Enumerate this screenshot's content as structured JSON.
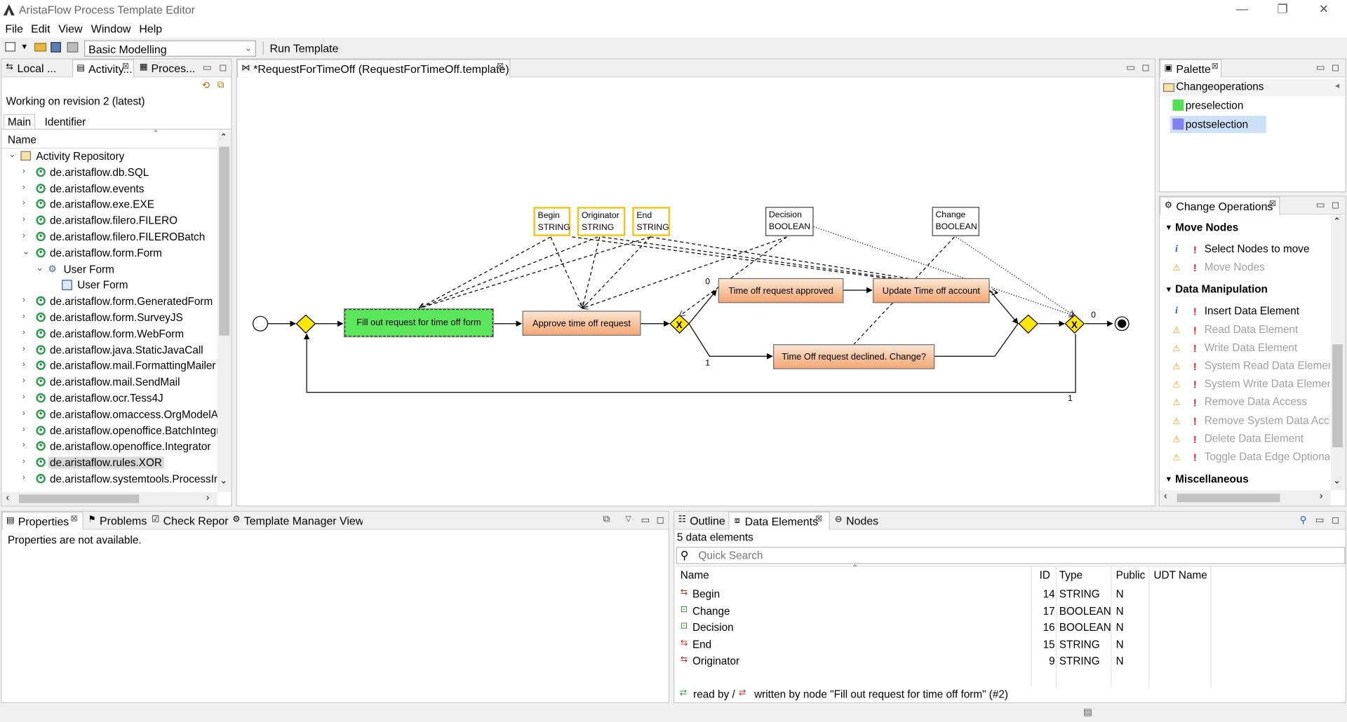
{
  "window": {
    "title": "AristaFlow Process Template Editor"
  },
  "menu": [
    "File",
    "Edit",
    "View",
    "Window",
    "Help"
  ],
  "toolbar": {
    "perspective": "Basic Modelling",
    "run": "Run Template"
  },
  "left_panel": {
    "tabs": [
      "Local ...",
      "Activity...",
      "Proces..."
    ],
    "revision": "Working on revision 2 (latest)",
    "subtabs": [
      "Main",
      "Identifier"
    ],
    "column": "Name",
    "tree": [
      {
        "label": "Activity Repository",
        "level": 0,
        "open": true
      },
      {
        "label": "de.aristaflow.db.SQL",
        "level": 1
      },
      {
        "label": "de.aristaflow.events",
        "level": 1
      },
      {
        "label": "de.aristaflow.exe.EXE",
        "level": 1
      },
      {
        "label": "de.aristaflow.filero.FILERO",
        "level": 1
      },
      {
        "label": "de.aristaflow.filero.FILEROBatch",
        "level": 1
      },
      {
        "label": "de.aristaflow.form.Form",
        "level": 1,
        "open": true
      },
      {
        "label": "User Form",
        "level": 2,
        "open": true
      },
      {
        "label": "User Form",
        "level": 3
      },
      {
        "label": "de.aristaflow.form.GeneratedForm",
        "level": 1
      },
      {
        "label": "de.aristaflow.form.SurveyJS",
        "level": 1
      },
      {
        "label": "de.aristaflow.form.WebForm",
        "level": 1
      },
      {
        "label": "de.aristaflow.java.StaticJavaCall",
        "level": 1
      },
      {
        "label": "de.aristaflow.mail.FormattingMailer",
        "level": 1
      },
      {
        "label": "de.aristaflow.mail.SendMail",
        "level": 1
      },
      {
        "label": "de.aristaflow.ocr.Tess4J",
        "level": 1
      },
      {
        "label": "de.aristaflow.omaccess.OrgModelAc",
        "level": 1
      },
      {
        "label": "de.aristaflow.openoffice.BatchIntegr",
        "level": 1
      },
      {
        "label": "de.aristaflow.openoffice.Integrator",
        "level": 1
      },
      {
        "label": "de.aristaflow.rules.XOR",
        "level": 1,
        "selected": true
      },
      {
        "label": "de.aristaflow.systemtools.ProcessInt",
        "level": 1
      }
    ]
  },
  "editor": {
    "tab": "*RequestForTimeOff (RequestForTimeOff.template)",
    "nodes": {
      "fill": "Fill out request for time off form",
      "approve": "Approve time off request",
      "approved": "Time off request approved",
      "update": "Update Time off account",
      "declined": "Time Off request declined. Change?"
    },
    "data": [
      {
        "name": "Begin",
        "type": "STRING"
      },
      {
        "name": "Originator",
        "type": "STRING"
      },
      {
        "name": "End",
        "type": "STRING"
      },
      {
        "name": "Decision",
        "type": "BOOLEAN"
      },
      {
        "name": "Change",
        "type": "BOOLEAN"
      }
    ],
    "edge_labels": {
      "e0": "0",
      "e1": "1",
      "l0": "0",
      "l1": "1"
    },
    "colors": {
      "selected_fill": "#5ce65c",
      "activity_fill": "#f6b185",
      "gateway": "#ffe600"
    }
  },
  "palette": {
    "tab": "Palette",
    "group": "Changeoperations",
    "items": [
      {
        "label": "preselection",
        "color": "#50e050"
      },
      {
        "label": "postselection",
        "color": "#8080f0"
      }
    ]
  },
  "change_ops": {
    "tab": "Change Operations",
    "sections": [
      {
        "title": "Move Nodes",
        "items": [
          {
            "label": "Select Nodes to move",
            "enabled": true
          },
          {
            "label": "Move Nodes",
            "enabled": false
          }
        ]
      },
      {
        "title": "Data Manipulation",
        "items": [
          {
            "label": "Insert Data Element",
            "enabled": true
          },
          {
            "label": "Read Data Element",
            "enabled": false
          },
          {
            "label": "Write Data Element",
            "enabled": false
          },
          {
            "label": "System Read Data Element",
            "enabled": false
          },
          {
            "label": "System Write Data Element",
            "enabled": false
          },
          {
            "label": "Remove Data Access",
            "enabled": false
          },
          {
            "label": "Remove System Data Acces",
            "enabled": false
          },
          {
            "label": "Delete Data Element",
            "enabled": false
          },
          {
            "label": "Toggle Data Edge Optional",
            "enabled": false
          }
        ]
      },
      {
        "title": "Miscellaneous",
        "items": []
      }
    ]
  },
  "bottom_left": {
    "tabs": [
      "Properties",
      "Problems",
      "Check Report",
      "Template Manager View"
    ],
    "message": "Properties are not available."
  },
  "bottom_right": {
    "tabs": [
      "Outline",
      "Data Elements",
      "Nodes"
    ],
    "count": "5 data elements",
    "search_placeholder": "Quick Search",
    "columns": [
      "Name",
      "ID",
      "Type",
      "Public",
      "UDT Name"
    ],
    "rows": [
      {
        "name": "Begin",
        "id": "14",
        "type": "STRING",
        "public": "N",
        "udt": ""
      },
      {
        "name": "Change",
        "id": "17",
        "type": "BOOLEAN",
        "public": "N",
        "udt": ""
      },
      {
        "name": "Decision",
        "id": "16",
        "type": "BOOLEAN",
        "public": "N",
        "udt": ""
      },
      {
        "name": "End",
        "id": "15",
        "type": "STRING",
        "public": "N",
        "udt": ""
      },
      {
        "name": "Originator",
        "id": "9",
        "type": "STRING",
        "public": "N",
        "udt": ""
      }
    ],
    "status_read": "read by /",
    "status_written": "written by node \"Fill out request for time off form\" (#2)"
  }
}
